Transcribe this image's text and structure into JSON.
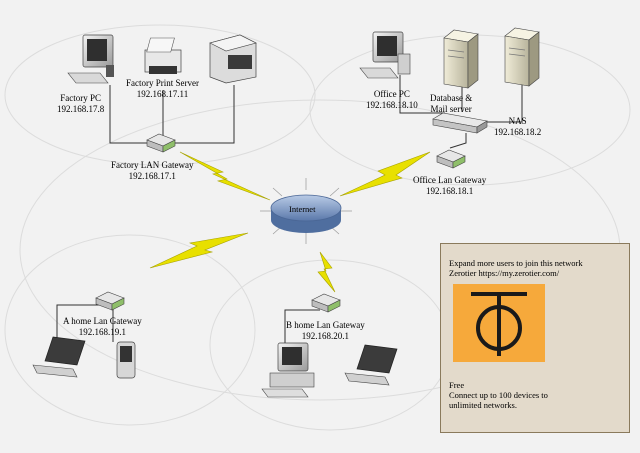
{
  "nodes": {
    "factory_pc": {
      "name": "Factory PC",
      "ip": "192.168.17.8"
    },
    "factory_print_server": {
      "name": "Factory Print Server",
      "ip": "192.168.17.11"
    },
    "factory_gateway": {
      "name": "Factory LAN Gateway",
      "ip": "192.168.17.1"
    },
    "office_pc": {
      "name": "Office PC",
      "ip": "192.168.18.10"
    },
    "database_mail": {
      "name": "Database &",
      "name2": "Mail server"
    },
    "nas": {
      "name": "NAS",
      "ip": "192.168.18.2"
    },
    "office_gateway": {
      "name": "Office Lan Gateway",
      "ip": "192.168.18.1"
    },
    "internet": {
      "name": "Internet"
    },
    "home_a_gateway": {
      "name": "A home Lan Gateway",
      "ip": "192.168.19.1"
    },
    "home_b_gateway": {
      "name": "B home Lan Gateway",
      "ip": "192.168.20.1"
    }
  },
  "promo": {
    "line1": "Expand more users to join this network",
    "line2": "Zerotier  https://my.zerotier.com/",
    "line3": "Free",
    "line4": "Connect up to 100 devices to",
    "line5": "unlimited networks.",
    "logo_color": "#f6a93b"
  },
  "colors": {
    "lightning": "#e8e000",
    "internet": "#7d9bc7",
    "gateway": "#8fbf6a"
  }
}
